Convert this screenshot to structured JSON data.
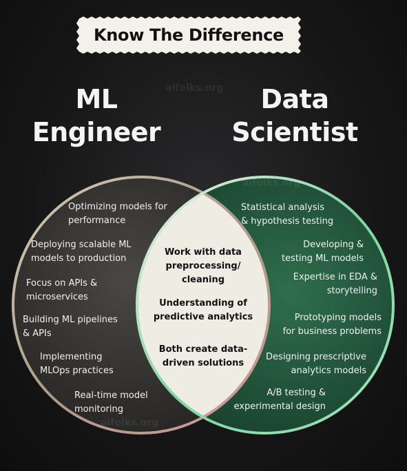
{
  "title": "Know The Difference",
  "watermark": "aifolks.org",
  "left_heading": {
    "line1": "ML",
    "line2": "Engineer"
  },
  "right_heading": {
    "line1": "Data",
    "line2": "Scientist"
  },
  "left_items": [
    "Optimizing models for\nperformance",
    "Deploying scalable ML\nmodels to production",
    "Focus on APIs &\nmicroservices",
    "Building ML pipelines\n& APIs",
    "Implementing\nMLOps practices",
    "Real-time model\nmonitoring"
  ],
  "right_items": [
    "Statistical analysis\n& hypothesis testing",
    "Developing &\ntesting ML models",
    "Expertise in EDA &\nstorytelling",
    "Prototyping models\nfor business problems",
    "Designing prescriptive\nanalytics models",
    "A/B testing &\nexperimental design"
  ],
  "center_items": [
    "Work with data\npreprocessing/\ncleaning",
    "Understanding of\npredictive analytics",
    "Both create data-\ndriven solutions"
  ],
  "colors": {
    "left_circle_border": "#c9b7a6",
    "right_circle_border": "#7ccf9a",
    "left_fill": "#3a3936",
    "right_fill": "#1e5a3c",
    "overlap_fill": "#efece4",
    "banner_fill": "#f3f1ea"
  }
}
